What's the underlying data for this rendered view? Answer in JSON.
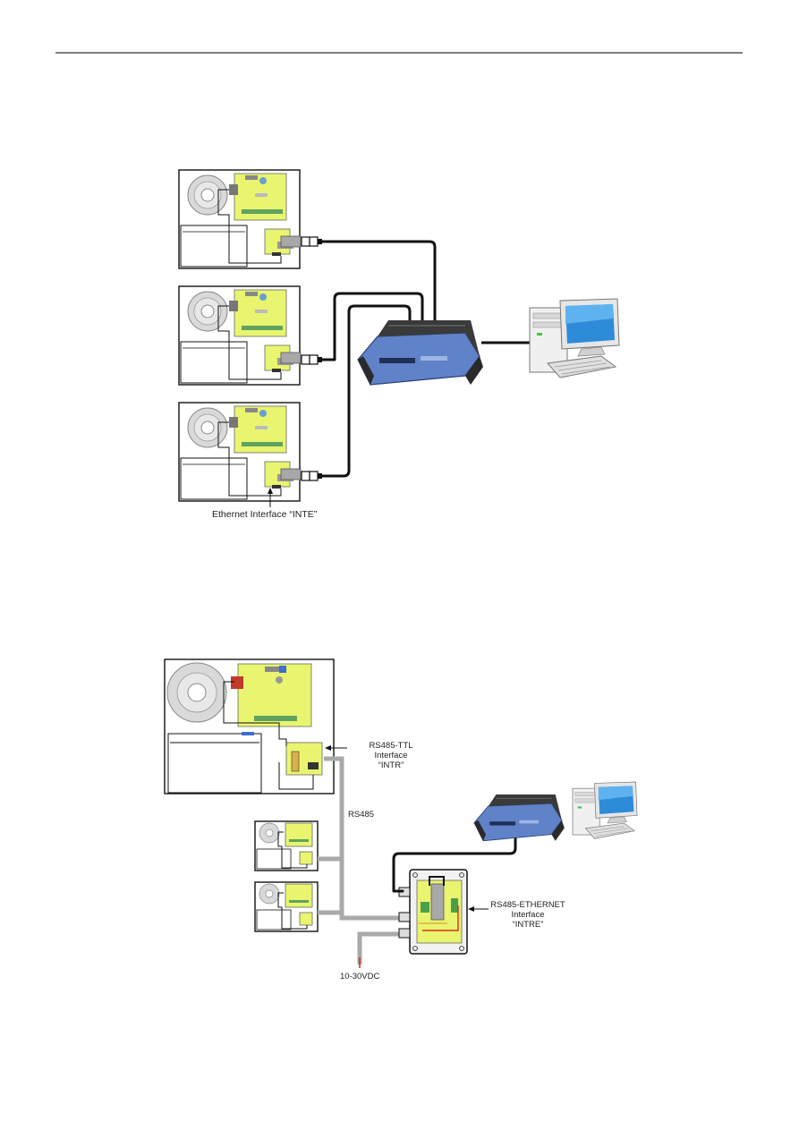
{
  "diagram_top": {
    "label_inte": "Ethernet Interface “INTE”",
    "units": [
      "psu-unit-1",
      "psu-unit-2",
      "psu-unit-3"
    ]
  },
  "diagram_bottom": {
    "label_intr": [
      "RS485-TTL",
      "Interface",
      "“INTR”"
    ],
    "label_rs485": "RS485",
    "label_intre": [
      "RS485-ETHERNET",
      "Interface",
      "“INTRE”"
    ],
    "label_power": "10-30VDC"
  },
  "colors": {
    "pcb": "#e9f56f",
    "router": "#5f82c8",
    "monitor": "#2e8bd8",
    "rs485_cable": "#a9a9a9",
    "power_wire": "#d9301f"
  }
}
